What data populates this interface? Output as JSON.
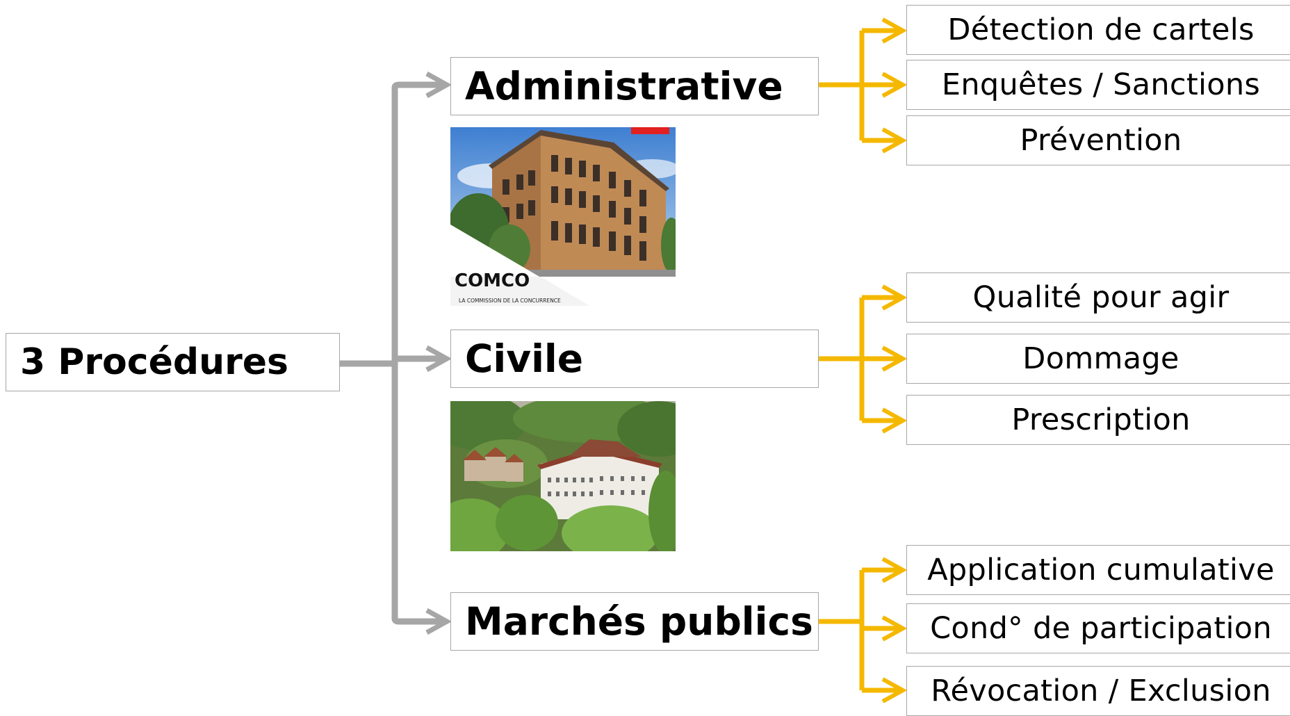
{
  "root": {
    "label": "3 Procédures"
  },
  "procedures": [
    {
      "label": "Administrative",
      "items": [
        "Détection de cartels",
        "Enquêtes / Sanctions",
        "Prévention"
      ],
      "photo": {
        "logo_text": "COMCO",
        "logo_subtext": "LA COMMISSION DE LA CONCURRENCE"
      }
    },
    {
      "label": "Civile",
      "items": [
        "Qualité pour agir",
        "Dommage",
        "Prescription"
      ]
    },
    {
      "label": "Marchés publics",
      "items": [
        "Application cumulative",
        "Cond° de participation",
        "Révocation / Exclusion"
      ]
    }
  ],
  "colors": {
    "gray_connector": "#a6a6a6",
    "yellow_connector": "#f5b800",
    "box_border": "#a6a6a6"
  }
}
